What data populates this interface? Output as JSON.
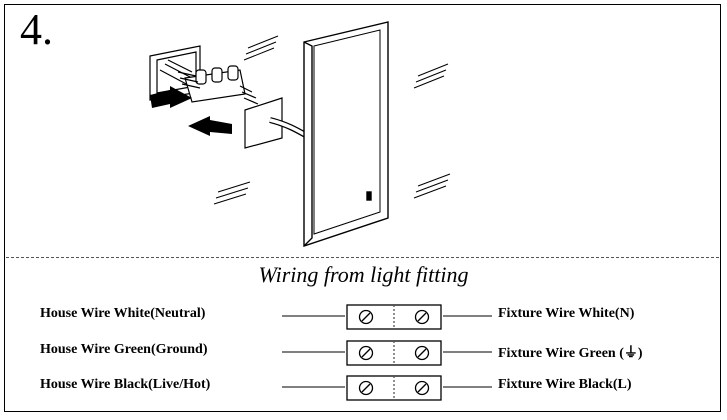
{
  "step": {
    "number": "4."
  },
  "section": {
    "title": "Wiring  from light fitting"
  },
  "house_wires": [
    {
      "label": "House Wire White(Neutral)"
    },
    {
      "label": "House Wire Green(Ground)"
    },
    {
      "label": "House Wire Black(Live/Hot)"
    }
  ],
  "fixture_wires": [
    {
      "label": "Fixture Wire White(N)"
    },
    {
      "label": "Fixture Wire Green (⏚)"
    },
    {
      "label": "Fixture Wire Black(L)"
    }
  ]
}
